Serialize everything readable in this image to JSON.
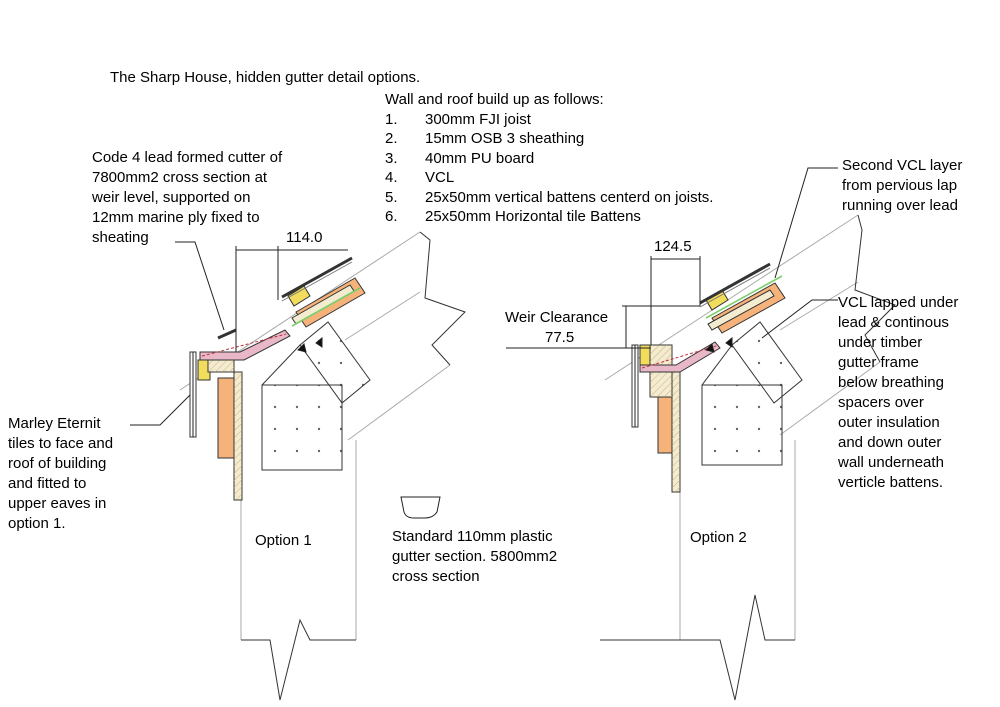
{
  "title": "The Sharp House, hidden gutter detail options.",
  "buildup": {
    "heading": "Wall and roof build up as follows:",
    "items": [
      {
        "num": "1.",
        "text": "300mm FJI joist"
      },
      {
        "num": "2.",
        "text": "15mm OSB 3 sheathing"
      },
      {
        "num": "3.",
        "text": "40mm PU board"
      },
      {
        "num": "4.",
        "text": "VCL"
      },
      {
        "num": "5.",
        "text": "25x50mm vertical battens centerd on joists."
      },
      {
        "num": "6.",
        "text": "25x50mm Horizontal tile Battens"
      }
    ]
  },
  "notes": {
    "lead_gutter": [
      "Code 4 lead formed cutter of",
      "7800mm2 cross section at",
      "weir level, supported on",
      "12mm marine ply fixed to",
      "sheating"
    ],
    "marley": [
      "Marley Eternit",
      "tiles to face and",
      "roof of building",
      "and fitted to",
      "upper eaves in",
      "option 1."
    ],
    "second_vcl": [
      "Second VCL layer",
      "from pervious lap",
      "running over lead"
    ],
    "vcl_lapped": [
      "VCL lapped under",
      "lead & continous",
      "under timber",
      "gutter frame",
      "below breathing",
      "spacers over",
      "outer insulation",
      "and down outer",
      "wall underneath",
      "verticle battens."
    ],
    "plastic_gutter": [
      "Standard 110mm plastic",
      "gutter section. 5800mm2",
      "cross section"
    ]
  },
  "dimensions": {
    "opt1_width": "114.0",
    "opt2_width": "124.5",
    "weir_label": "Weir Clearance",
    "weir_value": "77.5"
  },
  "options": {
    "option1": "Option 1",
    "option2": "Option 2"
  },
  "colors": {
    "insulation": "#f5b27a",
    "batten": "#f2dc5e",
    "ply": "#e8b8c8",
    "vcl": "#7ccf6a",
    "timber": "#f4ecd0",
    "line": "#222222"
  }
}
